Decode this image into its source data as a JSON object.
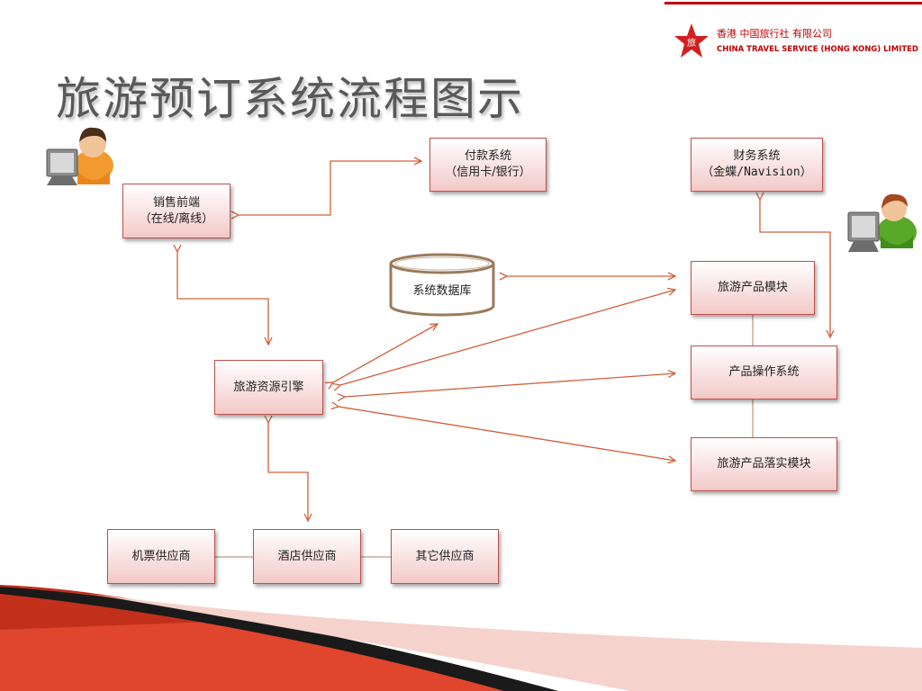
{
  "slide": {
    "title": "旅游预订系统流程图示",
    "logo": {
      "chinese": "香港 中国旅行社 有限公司",
      "brand_chars": "中国旅行社",
      "english": "CHINA TRAVEL SERVICE (HONG KONG) LIMITED",
      "icon": "star-logo-icon"
    }
  },
  "nodes": {
    "sales_frontend": {
      "line1": "销售前端",
      "line2": "（在线/离线）"
    },
    "payment_system": {
      "line1": "付款系统",
      "line2": "（信用卡/银行）"
    },
    "finance_system": {
      "line1": "财务系统",
      "line2": "（金蝶/Navision）"
    },
    "system_database": {
      "label": "系统数据库"
    },
    "travel_product_module": {
      "label": "旅游产品模块"
    },
    "product_operation_system": {
      "label": "产品操作系统"
    },
    "travel_fulfillment_module": {
      "label": "旅游产品落实模块"
    },
    "resource_engine": {
      "label": "旅游资源引擎"
    },
    "air_ticket_supplier": {
      "label": "机票供应商"
    },
    "hotel_supplier": {
      "label": "酒店供应商"
    },
    "other_supplier": {
      "label": "其它供应商"
    }
  },
  "colors": {
    "arrow": "#d0603a",
    "node_border": "#c0504d",
    "node_fill_bottom": "#f2c9c7",
    "title": "#595959",
    "accent_red": "#c00000"
  },
  "icons": [
    "user-at-computer-icon-orange",
    "user-at-computer-icon-green",
    "star-logo-icon"
  ]
}
